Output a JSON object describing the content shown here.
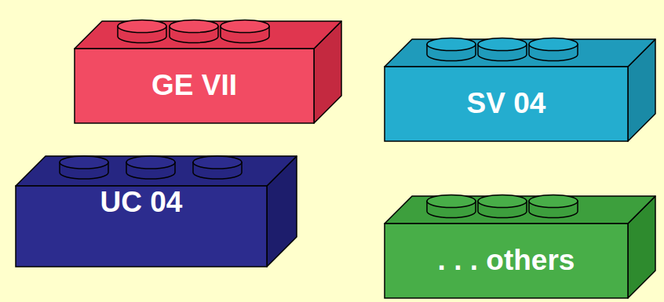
{
  "diagram": {
    "nodes": [
      {
        "text": [
          "GE VII"
        ]
      },
      {
        "text": [
          "SV 04"
        ]
      },
      {
        "text": [
          "UC 04"
        ]
      },
      {
        "text": [
          ". . . others"
        ]
      }
    ]
  }
}
